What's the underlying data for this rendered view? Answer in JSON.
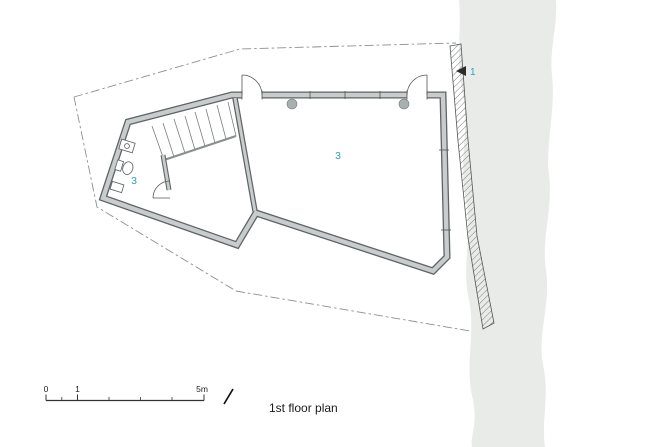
{
  "drawing": {
    "caption": "1st floor plan",
    "rooms": [
      {
        "id": "main-hall",
        "label": "3"
      },
      {
        "id": "bathroom",
        "label": "3"
      }
    ],
    "section_marker": {
      "label": "1"
    },
    "scale_bar": {
      "labels": [
        "0",
        "1",
        "5m"
      ]
    }
  },
  "colors": {
    "accent": "#2f9fc4",
    "terrain": "#e9ebe8",
    "wall_core": "#c8cccc",
    "wall_edge": "#5f6464",
    "hatch_line": "#6a6f6f",
    "dash_line": "#8a9090"
  }
}
